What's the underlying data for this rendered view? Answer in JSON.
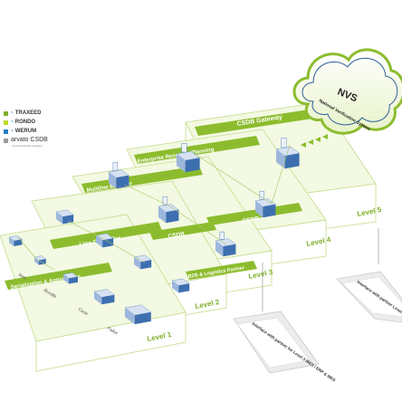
{
  "legend": [
    {
      "label": "TRAXEED",
      "color": "#7fb02a",
      "glyph": "≈"
    },
    {
      "label": "RONDO",
      "color": "#c2d92a",
      "glyph": "≈"
    },
    {
      "label": "WERUM",
      "color": "#2a7fbf",
      "glyph": "≈"
    },
    {
      "label": "arvato CSDB",
      "color": "#9a9a9a",
      "sub": "Central Serialization Database"
    }
  ],
  "cloud": {
    "title": "NVS",
    "subtitle": "National Verification System"
  },
  "levels": [
    "Level 1",
    "Level 2",
    "Level 3",
    "Level 4",
    "Level 5"
  ],
  "platforms": {
    "serialization": "Serialization & Aggregation",
    "line": "Line Controller",
    "site": "Multiline Manager",
    "erp": "Enterprise Resource Planning",
    "csdb": "CSDB",
    "b2b": "B2B & Logistics Partner",
    "csdb_gateway": "CSDB Gateway"
  },
  "items": [
    "Item",
    "Bundle",
    "Case",
    "Pallet"
  ],
  "terminals": [
    "Interface with partner for Level 3 MES / ERP & MES",
    "Interface with partner Level 4 ERP & CSDB systems"
  ],
  "colors": {
    "green": "#7fb02a",
    "light": "#f1f8dd",
    "blue": "#3d6fb0"
  }
}
